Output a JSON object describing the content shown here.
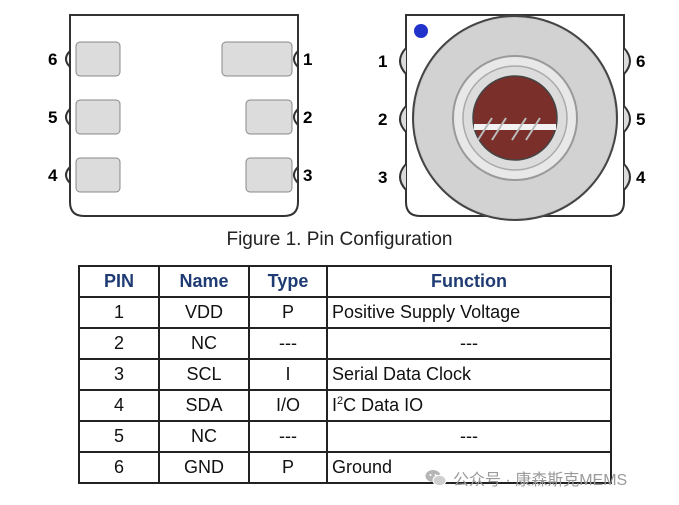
{
  "figure": {
    "left_pins": [
      "6",
      "5",
      "4"
    ],
    "right_pins_left_pkg": [
      "1",
      "2",
      "3"
    ],
    "left_pins_right_pkg": [
      "1",
      "2",
      "3"
    ],
    "right_pins_right_pkg": [
      "6",
      "5",
      "4"
    ],
    "caption": "Figure 1. Pin Configuration"
  },
  "table": {
    "headers": [
      "PIN",
      "Name",
      "Type",
      "Function"
    ],
    "rows": [
      {
        "pin": "1",
        "name": "VDD",
        "type": "P",
        "function": "Positive Supply Voltage"
      },
      {
        "pin": "2",
        "name": "NC",
        "type": "---",
        "function": "---"
      },
      {
        "pin": "3",
        "name": "SCL",
        "type": "I",
        "function": "Serial Data Clock"
      },
      {
        "pin": "4",
        "name": "SDA",
        "type": "I/O",
        "function_prefix": "I",
        "function_sup": "2",
        "function": "C Data IO"
      },
      {
        "pin": "5",
        "name": "NC",
        "type": "---",
        "function": "---"
      },
      {
        "pin": "6",
        "name": "GND",
        "type": "P",
        "function": "Ground"
      }
    ]
  },
  "watermark": {
    "text": "公众号 · 康森斯克MEMS",
    "icon": "wechat-icon"
  }
}
